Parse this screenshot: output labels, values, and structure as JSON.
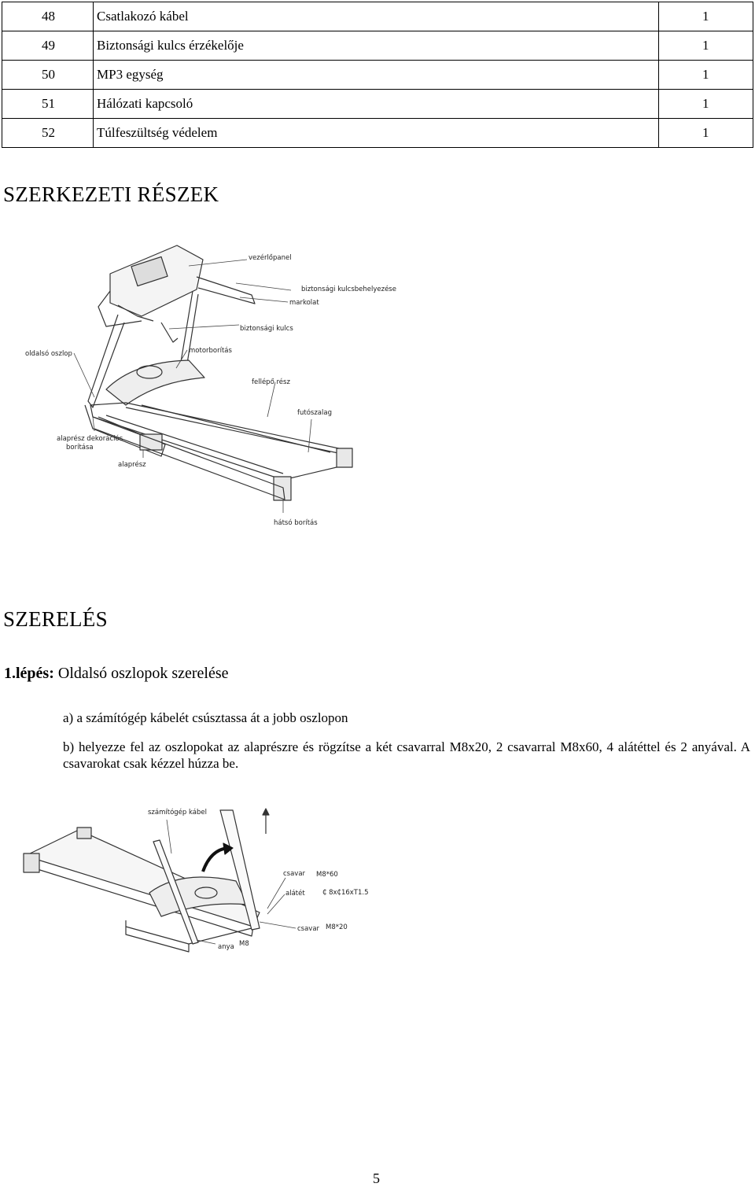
{
  "parts_table": {
    "rows": [
      {
        "num": "48",
        "name": "Csatlakozó kábel",
        "qty": "1"
      },
      {
        "num": "49",
        "name": "Biztonsági kulcs érzékelője",
        "qty": "1"
      },
      {
        "num": "50",
        "name": "MP3 egység",
        "qty": "1"
      },
      {
        "num": "51",
        "name": "Hálózati kapcsoló",
        "qty": "1"
      },
      {
        "num": "52",
        "name": "Túlfeszültség védelem",
        "qty": "1"
      }
    ]
  },
  "section1": {
    "title": "SZERKEZETI RÉSZEK",
    "figure_labels": {
      "vezerlopanel": "vezérlőpanel",
      "kulcshely": "biztonsági kulcsbehelyezése",
      "markolat": "markolat",
      "kulcs": "biztonsági kulcs",
      "oldalso": "oldalsó oszlop",
      "motorboritas": "motorborítás",
      "fellepo": "fellépő rész",
      "futoszalag": "futószalag",
      "dekor1": "alaprész dekorációs",
      "dekor2": "borítása",
      "alapresz": "alaprész",
      "hatso": "hátsó borítás"
    }
  },
  "section2": {
    "title": "SZERELÉS",
    "step_label": "1.lépés:",
    "step_title": " Oldalsó oszlopok szerelése",
    "para_a": "a) a számítógép kábelét csúsztassa át a jobb oszlopon",
    "para_b": "b) helyezze fel az oszlopokat az alaprészre és rögzítse a két csavarral M8x20, 2 csavarral M8x60, 4 alátéttel és 2 anyával. A csavarokat csak kézzel húzza be.",
    "figure_labels": {
      "kabel": "számítógép kábel",
      "csavar1": "csavar",
      "m860": "M8*60",
      "alatet": "alátét",
      "washer": "₵ 8x₵16xT1.5",
      "csavar2": "csavar",
      "m820": "M8*20",
      "anya": "anya",
      "m8": "M8"
    }
  },
  "page_number": "5"
}
